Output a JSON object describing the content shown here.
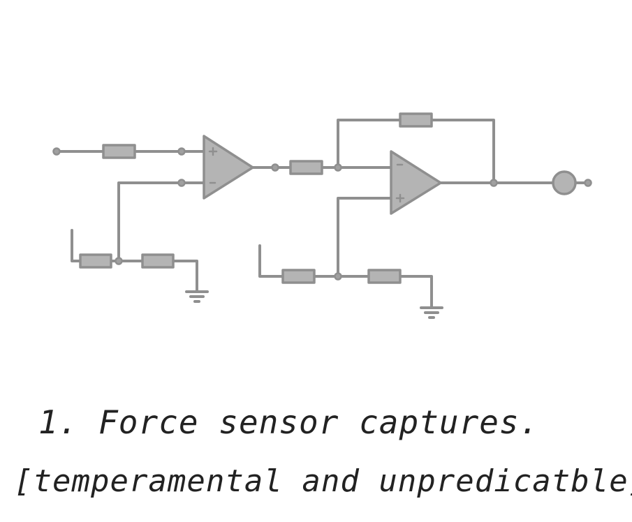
{
  "diagram": {
    "type": "instrumentation amplifier circuit",
    "components": {
      "opamps": [
        {
          "name": "first-stage-opamp",
          "inputs": [
            "+",
            "-"
          ]
        },
        {
          "name": "second-stage-opamp",
          "inputs": [
            "-",
            "+"
          ]
        }
      ],
      "resistors": 7,
      "grounds": 2,
      "output": "output-terminal"
    },
    "colors": {
      "wire": "#8f8f8f",
      "component_fill": "#b4b4b4",
      "text": "#222222",
      "background": "#ffffff"
    }
  },
  "caption": {
    "line1": "1. Force sensor captures.",
    "line2": "[temperamental and unpredicatble]"
  }
}
